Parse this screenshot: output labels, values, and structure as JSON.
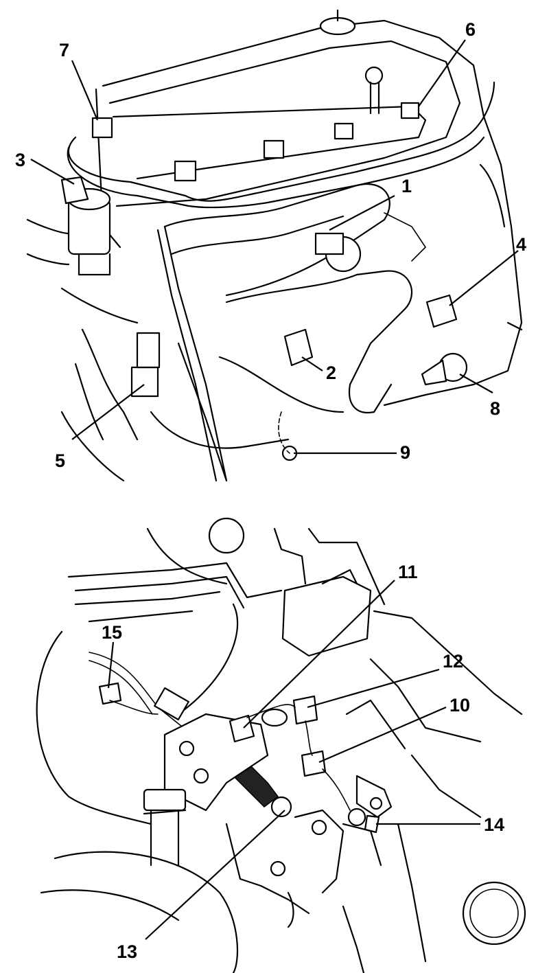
{
  "top_diagram": {
    "callouts": [
      {
        "id": "1",
        "text": "1"
      },
      {
        "id": "2",
        "text": "2"
      },
      {
        "id": "3",
        "text": "3"
      },
      {
        "id": "4",
        "text": "4"
      },
      {
        "id": "5",
        "text": "5"
      },
      {
        "id": "6",
        "text": "6"
      },
      {
        "id": "7",
        "text": "7"
      },
      {
        "id": "8",
        "text": "8"
      },
      {
        "id": "9",
        "text": "9"
      }
    ]
  },
  "bottom_diagram": {
    "callouts": [
      {
        "id": "10",
        "text": "10"
      },
      {
        "id": "11",
        "text": "11"
      },
      {
        "id": "12",
        "text": "12"
      },
      {
        "id": "13",
        "text": "13"
      },
      {
        "id": "14",
        "text": "14"
      },
      {
        "id": "15",
        "text": "15"
      }
    ]
  }
}
